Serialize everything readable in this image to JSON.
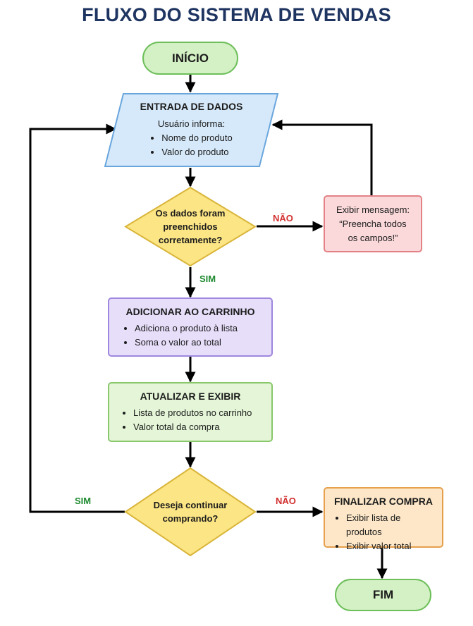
{
  "title": "FLUXO DO SISTEMA DE VENDAS",
  "start": "INÍCIO",
  "input": {
    "title": "ENTRADA DE DADOS",
    "subtitle": "Usuário informa:",
    "items": [
      "Nome do produto",
      "Valor do produto"
    ]
  },
  "decision1": {
    "lines": [
      "Os dados foram",
      "preenchidos",
      "corretamente?"
    ],
    "yes_label": "SIM",
    "no_label": "NÃO"
  },
  "error": {
    "lines": [
      "Exibir mensagem:",
      "“Preencha todos",
      "os campos!”"
    ]
  },
  "add_to_cart": {
    "title": "ADICIONAR AO CARRINHO",
    "items": [
      "Adiciona o produto à lista",
      "Soma o valor ao total"
    ]
  },
  "update": {
    "title": "ATUALIZAR E EXIBIR",
    "items": [
      "Lista de produtos no carrinho",
      "Valor total da compra"
    ]
  },
  "decision2": {
    "lines": [
      "Deseja continuar",
      "comprando?"
    ],
    "yes_label": "SIM",
    "no_label": "NÃO"
  },
  "finalize": {
    "title": "FINALIZAR COMPRA",
    "items": [
      "Exibir lista de produtos",
      "Exibir valor total"
    ]
  },
  "end": "FIM",
  "colors": {
    "title": "#1f3561",
    "terminal_fill": "#d4f0c5",
    "input_fill": "#d6e9fa",
    "decision_fill": "#fce585",
    "error_fill": "#fbd9da",
    "cart_fill": "#e7defa",
    "update_fill": "#e4f6d7",
    "finalize_fill": "#fde7c8",
    "yes_label": "#1e8a2f",
    "no_label": "#d32f2f"
  }
}
